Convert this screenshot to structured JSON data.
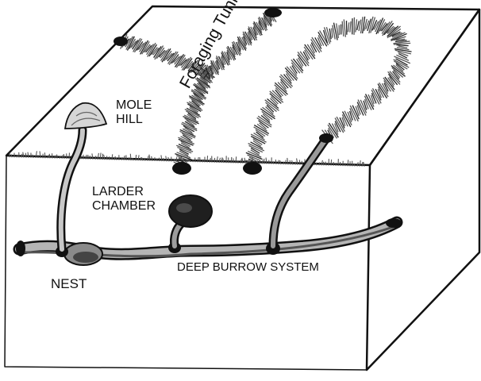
{
  "labels": {
    "mole_hill": [
      "MOLE",
      "HILL"
    ],
    "larder_chamber": [
      "LARDER",
      "CHAMBER"
    ],
    "nest": "NEST",
    "deep_burrow_system": "DEEP BURROW SYSTEM",
    "foraging_tunnels": "Foraging Tunnels"
  },
  "colors": {
    "outline": "#111111",
    "tunnel_fill": "#8a8a8a",
    "hole": "#1a1a1a",
    "grass": "#555555"
  }
}
